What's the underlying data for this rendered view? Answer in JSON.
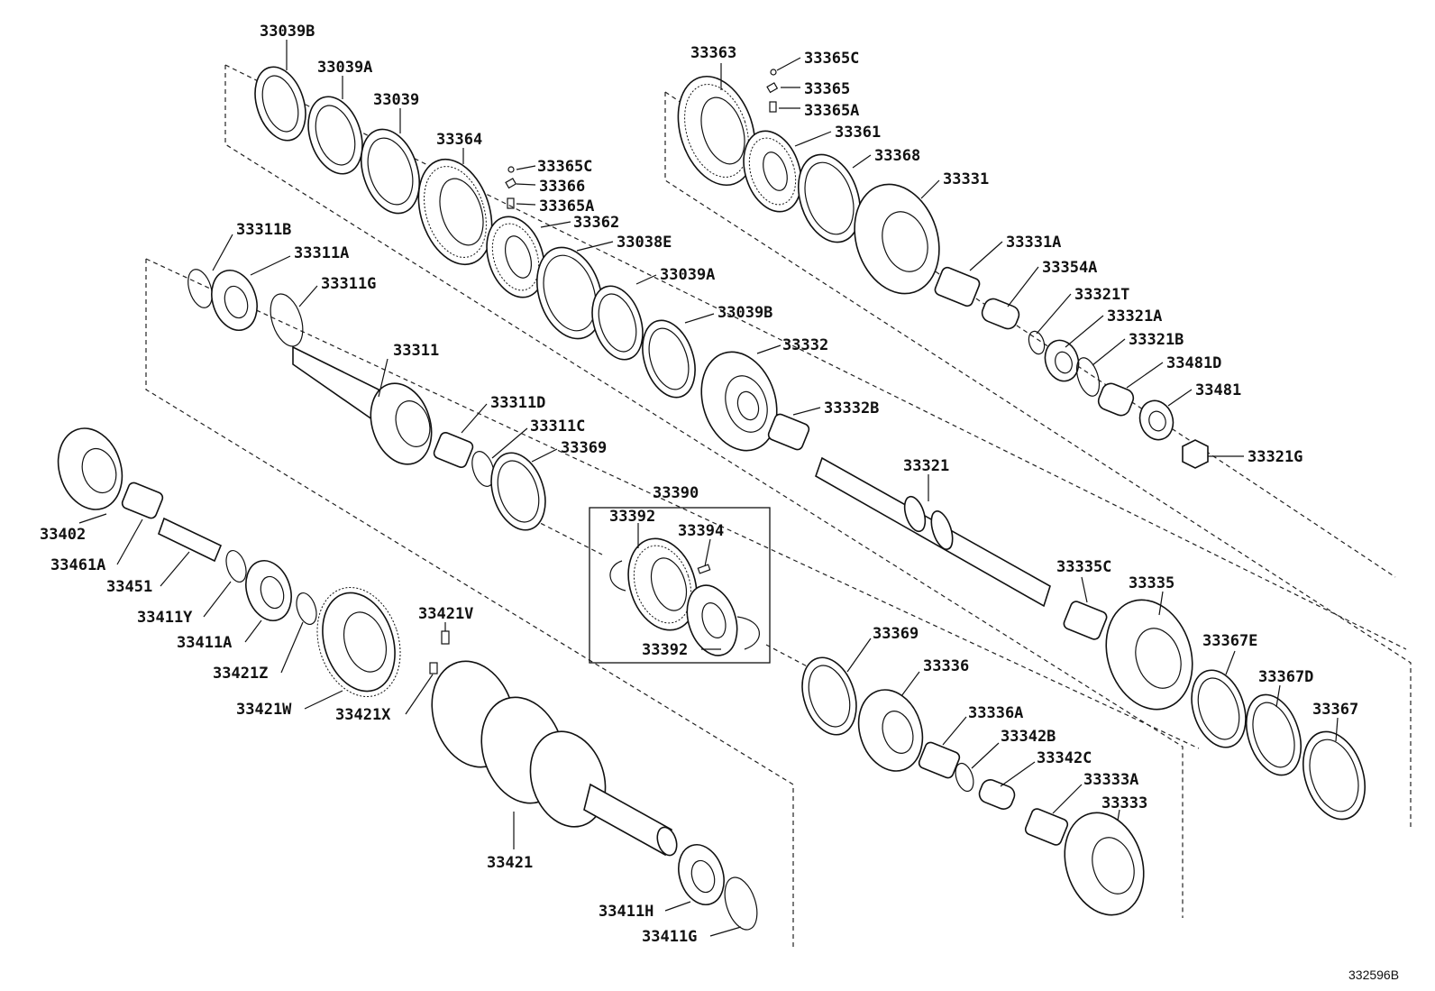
{
  "figure_id": "332596B",
  "labels": [
    {
      "id": "33039B"
    },
    {
      "id": "33039A"
    },
    {
      "id": "33039"
    },
    {
      "id": "33364"
    },
    {
      "id": "33365C"
    },
    {
      "id": "33366"
    },
    {
      "id": "33365A"
    },
    {
      "id": "33362"
    },
    {
      "id": "33038E"
    },
    {
      "id": "33039A"
    },
    {
      "id": "33039B"
    },
    {
      "id": "33332"
    },
    {
      "id": "33332B"
    },
    {
      "id": "33311B"
    },
    {
      "id": "33311A"
    },
    {
      "id": "33311G"
    },
    {
      "id": "33311"
    },
    {
      "id": "33311D"
    },
    {
      "id": "33311C"
    },
    {
      "id": "33369"
    },
    {
      "id": "33363"
    },
    {
      "id": "33365C"
    },
    {
      "id": "33365"
    },
    {
      "id": "33365A"
    },
    {
      "id": "33361"
    },
    {
      "id": "33368"
    },
    {
      "id": "33331"
    },
    {
      "id": "33331A"
    },
    {
      "id": "33354A"
    },
    {
      "id": "33321T"
    },
    {
      "id": "33321A"
    },
    {
      "id": "33321B"
    },
    {
      "id": "33481D"
    },
    {
      "id": "33481"
    },
    {
      "id": "33321G"
    },
    {
      "id": "33321"
    },
    {
      "id": "33402"
    },
    {
      "id": "33461A"
    },
    {
      "id": "33451"
    },
    {
      "id": "33411Y"
    },
    {
      "id": "33411A"
    },
    {
      "id": "33421Z"
    },
    {
      "id": "33421W"
    },
    {
      "id": "33421V"
    },
    {
      "id": "33421X"
    },
    {
      "id": "33421"
    },
    {
      "id": "33411H"
    },
    {
      "id": "33411G"
    },
    {
      "id": "33390"
    },
    {
      "id": "33392"
    },
    {
      "id": "33394"
    },
    {
      "id": "33392"
    },
    {
      "id": "33335C"
    },
    {
      "id": "33335"
    },
    {
      "id": "33367E"
    },
    {
      "id": "33367D"
    },
    {
      "id": "33367"
    },
    {
      "id": "33369"
    },
    {
      "id": "33336"
    },
    {
      "id": "33336A"
    },
    {
      "id": "33342B"
    },
    {
      "id": "33342C"
    },
    {
      "id": "33333A"
    },
    {
      "id": "33333"
    }
  ]
}
